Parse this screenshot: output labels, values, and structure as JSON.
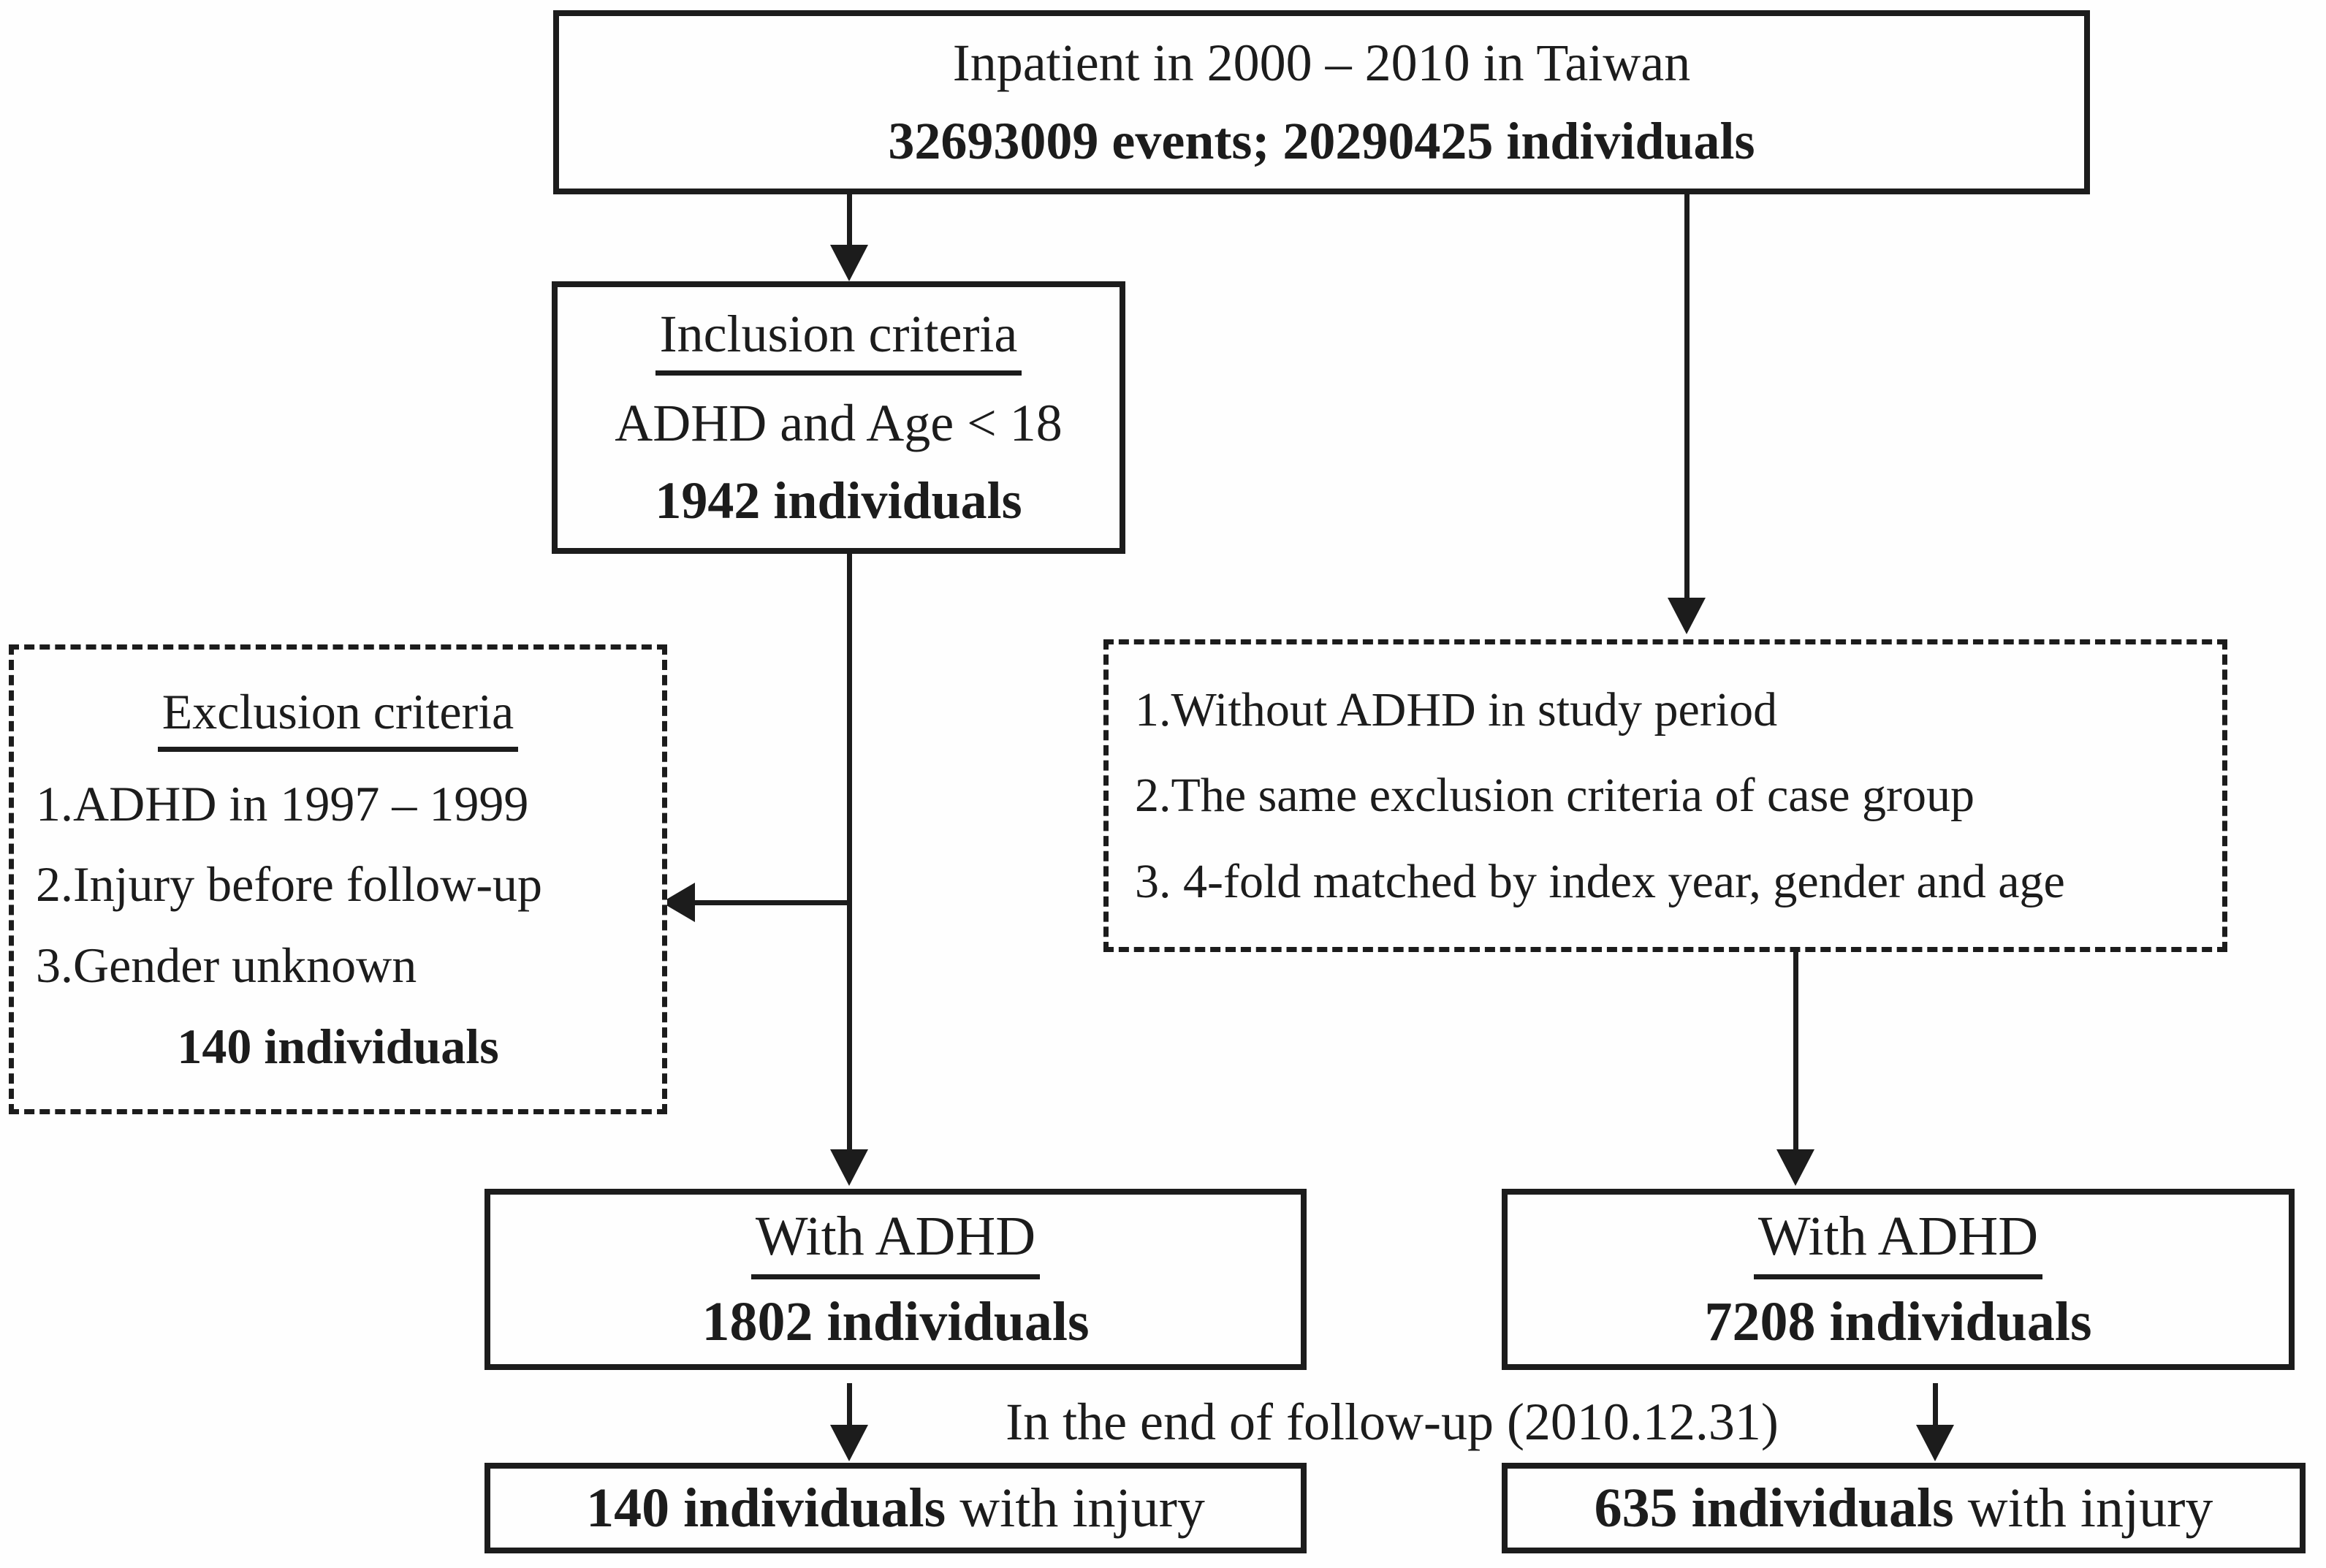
{
  "title_box": {
    "line1": "Inpatient in 2000 – 2010 in Taiwan",
    "line2": "32693009 events; 20290425 individuals"
  },
  "inclusion_box": {
    "title": "Inclusion criteria",
    "criteria": "ADHD and Age < 18",
    "count": "1942 individuals"
  },
  "exclusion_box": {
    "title": "Exclusion criteria",
    "items": [
      "1.ADHD in 1997 – 1999",
      "2.Injury before follow-up",
      "3.Gender unknown"
    ],
    "count": "140 individuals"
  },
  "control_criteria_box": {
    "items": [
      "1.Without ADHD in study period",
      "2.The same exclusion criteria of case group",
      "3. 4-fold matched by index year, gender and age"
    ]
  },
  "case_group_box": {
    "title": "With ADHD",
    "count": "1802 individuals"
  },
  "control_group_box": {
    "title": "With ADHD",
    "count": "7208 individuals"
  },
  "followup_note": "In the end of follow-up (2010.12.31)",
  "case_outcome_box": {
    "count": "140 individuals",
    "suffix": " with injury"
  },
  "control_outcome_box": {
    "count": "635 individuals",
    "suffix": " with injury"
  },
  "colors": {
    "ink": "#1c1c1c",
    "background": "#ffffff"
  }
}
